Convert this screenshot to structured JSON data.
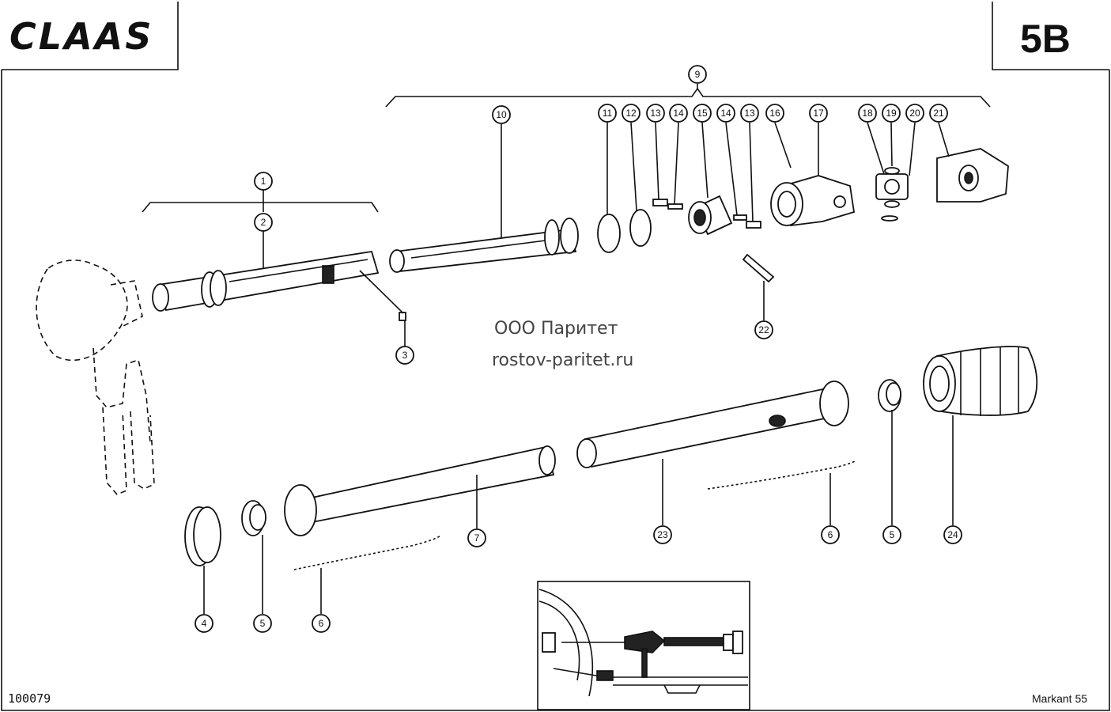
{
  "header": {
    "brand": "CLAAS",
    "page_code": "5B"
  },
  "footer": {
    "drawing_number": "100079",
    "model": "Markant 55"
  },
  "watermark": {
    "line1": "ООО Паритет",
    "line2": "rostov-paritet.ru"
  },
  "callouts": [
    {
      "id": "c1",
      "label": "1"
    },
    {
      "id": "c2",
      "label": "2"
    },
    {
      "id": "c3",
      "label": "3"
    },
    {
      "id": "c4",
      "label": "4"
    },
    {
      "id": "c5a",
      "label": "5"
    },
    {
      "id": "c5b",
      "label": "5"
    },
    {
      "id": "c6a",
      "label": "6"
    },
    {
      "id": "c6b",
      "label": "6"
    },
    {
      "id": "c7",
      "label": "7"
    },
    {
      "id": "c9",
      "label": "9"
    },
    {
      "id": "c10",
      "label": "10"
    },
    {
      "id": "c11",
      "label": "11"
    },
    {
      "id": "c12",
      "label": "12"
    },
    {
      "id": "c13a",
      "label": "13"
    },
    {
      "id": "c14a",
      "label": "14"
    },
    {
      "id": "c15",
      "label": "15"
    },
    {
      "id": "c14b",
      "label": "14"
    },
    {
      "id": "c13b",
      "label": "13"
    },
    {
      "id": "c16",
      "label": "16"
    },
    {
      "id": "c17",
      "label": "17"
    },
    {
      "id": "c18",
      "label": "18"
    },
    {
      "id": "c19",
      "label": "19"
    },
    {
      "id": "c20",
      "label": "20"
    },
    {
      "id": "c21",
      "label": "21"
    },
    {
      "id": "c22",
      "label": "22"
    },
    {
      "id": "c23",
      "label": "23"
    },
    {
      "id": "c24",
      "label": "24"
    }
  ]
}
